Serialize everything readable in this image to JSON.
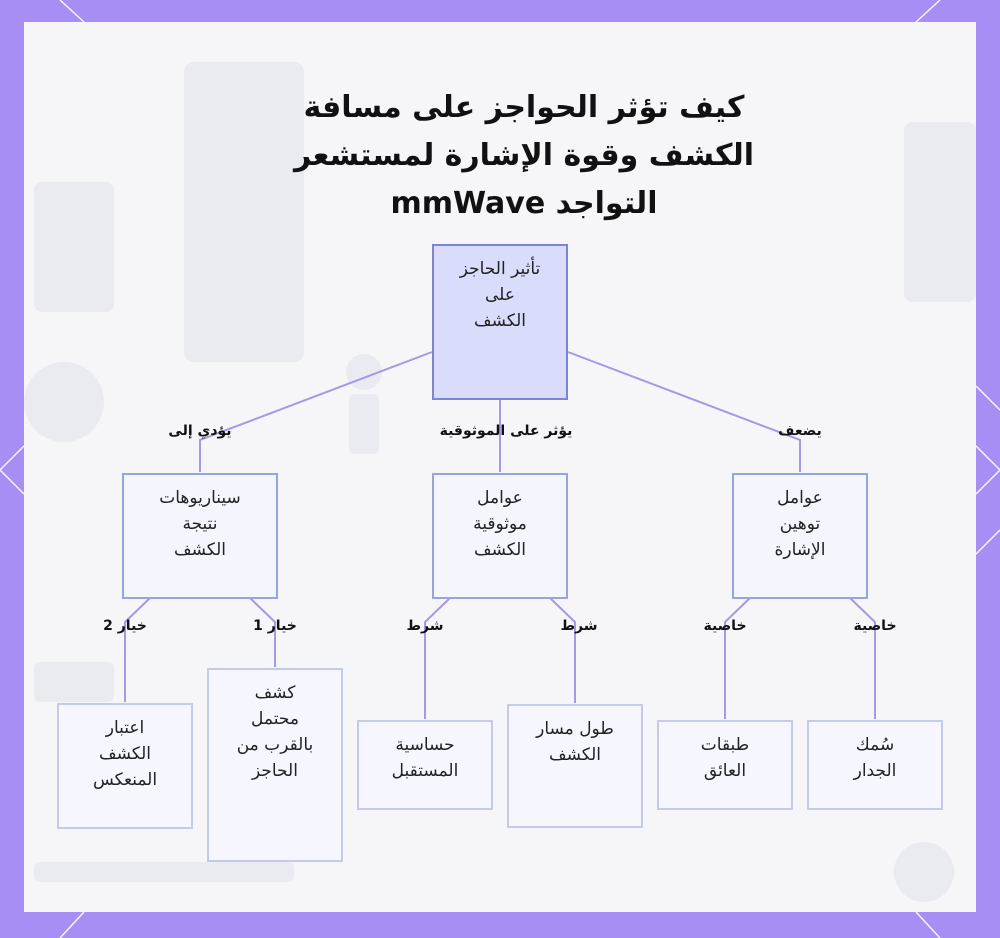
{
  "title": {
    "line1": "كيف تؤثر الحواجز على مسافة",
    "line2": "الكشف وقوة الإشارة لمستشعر",
    "line3": "التواجد mmWave"
  },
  "nodes": {
    "root": [
      "تأثير الحاجز",
      "على",
      "الكشف"
    ],
    "scenarios": [
      "سيناريوهات",
      "نتيجة",
      "الكشف"
    ],
    "reliability": [
      "عوامل",
      "موثوقية",
      "الكشف"
    ],
    "attenuation": [
      "عوامل",
      "توهين",
      "الإشارة"
    ],
    "reflection": [
      "اعتبار",
      "الكشف",
      "المنعكس"
    ],
    "near_barrier": [
      "كشف",
      "محتمل",
      "بالقرب من",
      "الحاجز"
    ],
    "sensitivity": [
      "حساسية",
      "المستقبل"
    ],
    "path_length": [
      "طول مسار",
      "الكشف"
    ],
    "layers": [
      "طبقات",
      "العائق"
    ],
    "wall_thickness": [
      "سُمك",
      "الجدار"
    ]
  },
  "edge_labels": {
    "leads_to": "يؤدي إلى",
    "affects_reliability": "يؤثر على الموثوقية",
    "weakens": "يضعف",
    "option2": "خيار 2",
    "option1": "خيار 1",
    "condition_a": "شرط",
    "condition_b": "شرط",
    "property_a": "خاصية",
    "property_b": "خاصية"
  },
  "colors": {
    "frame": "#a68ef5",
    "panel": "#f6f6f8",
    "edge": "#a896e6",
    "root_fill": "#d9dcfb",
    "node_fill": "#f4f5fd",
    "node_border": "#9aa4dc"
  }
}
